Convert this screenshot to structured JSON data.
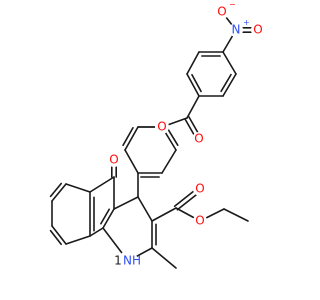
{
  "structure": {
    "atoms": {
      "nitro_n": {
        "text": "N",
        "charge": "+",
        "color": "#3050f8"
      },
      "nitro_o_top": {
        "text": "O",
        "charge": "−",
        "color": "#ff0d0d"
      },
      "nitro_o_right": {
        "text": "O",
        "color": "#ff0d0d"
      },
      "ester1_o_single": {
        "text": "O",
        "color": "#ff0d0d"
      },
      "ester1_o_double": {
        "text": "O",
        "color": "#ff0d0d"
      },
      "ketone_o": {
        "text": "O",
        "color": "#ff0d0d"
      },
      "ester2_o_double": {
        "text": "O",
        "color": "#ff0d0d"
      },
      "ester2_o_single": {
        "text": "O",
        "color": "#ff0d0d"
      },
      "nh": {
        "text": "NH",
        "prefix": "1",
        "color": "#3050f8"
      }
    },
    "colors": {
      "bond": "#1a1a1a",
      "oxygen": "#ff0d0d",
      "nitrogen": "#3050f8"
    }
  }
}
